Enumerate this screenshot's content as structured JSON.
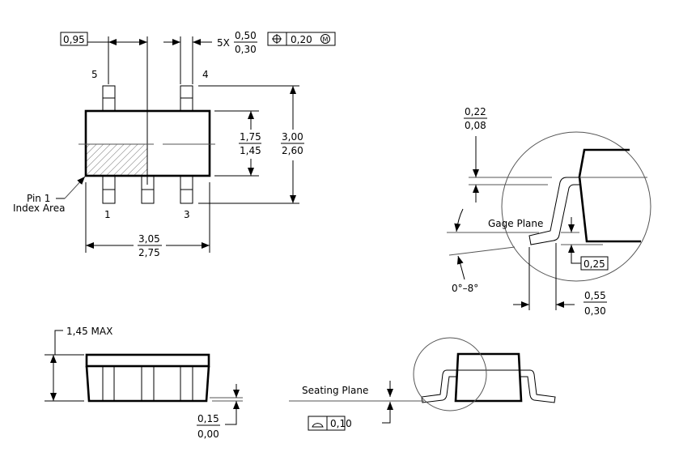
{
  "top_view": {
    "pin_labels": [
      "5",
      "4",
      "1",
      "3"
    ],
    "pin_pitch": "0,95",
    "lead_width": {
      "count": "5X",
      "max": "0,50",
      "min": "0,30"
    },
    "position_tolerance": {
      "symbol": "position-icon",
      "value": "0,20",
      "modifier": "M"
    },
    "body_width": {
      "max": "1,75",
      "min": "1,45"
    },
    "overall_width": {
      "max": "3,00",
      "min": "2,60"
    },
    "body_length": {
      "max": "3,05",
      "min": "2,75"
    },
    "pin1_label": [
      "Pin 1",
      "Index Area"
    ]
  },
  "detail_view": {
    "lead_thickness": {
      "max": "0,22",
      "min": "0,08"
    },
    "gage_plane": "Gage Plane",
    "gage_height": "0,25",
    "angle": "0°–8°",
    "foot_length": {
      "max": "0,55",
      "min": "0,30"
    }
  },
  "side_view": {
    "height": "1,45 MAX",
    "standoff": {
      "max": "0,15",
      "min": "0,00"
    },
    "seating_plane": "Seating Plane",
    "coplanarity": {
      "symbol": "profile-icon",
      "value": "0,10"
    }
  }
}
